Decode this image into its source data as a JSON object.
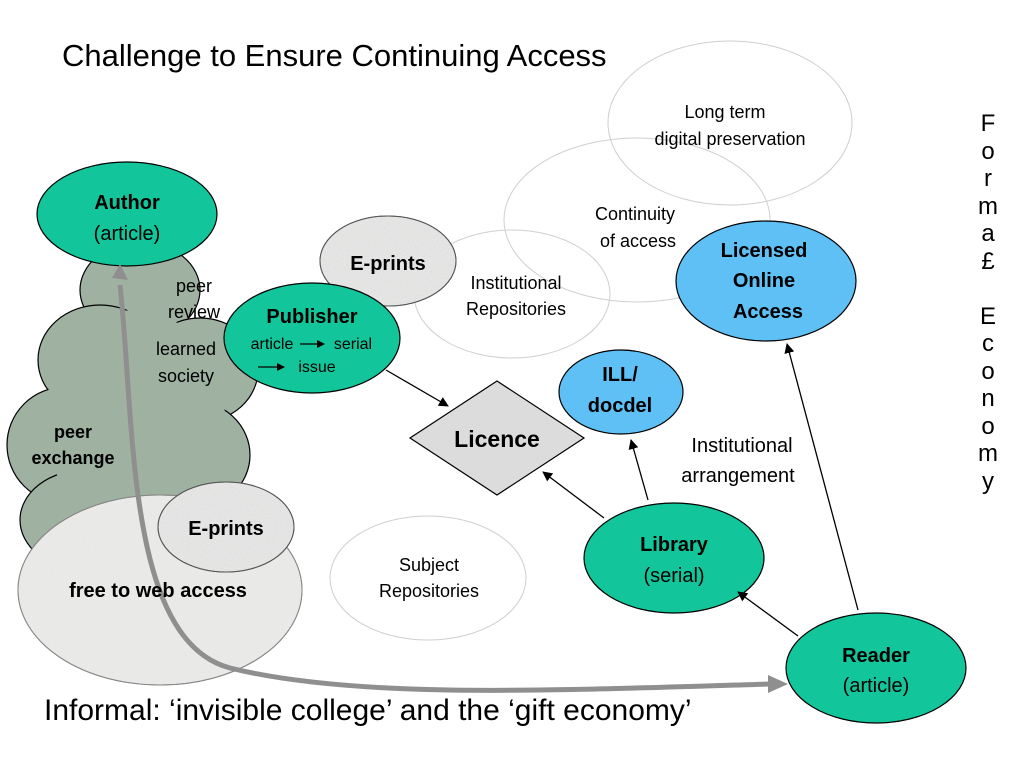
{
  "title": "Challenge to Ensure Continuing Access",
  "footer": "Informal: ‘invisible college’ and the ‘gift economy’",
  "side_text": [
    "F",
    "o",
    "r",
    "m",
    "a",
    "£",
    "",
    "E",
    "c",
    "o",
    "n",
    "o",
    "m",
    "y"
  ],
  "nodes": {
    "author": {
      "name": "Author",
      "sub": "(article)"
    },
    "publisher": {
      "name": "Publisher",
      "sub1": "article",
      "sub2": "serial",
      "sub3": "issue"
    },
    "eprints_top": "E-prints",
    "eprints_bottom": "E-prints",
    "peer_review": [
      "peer",
      "review"
    ],
    "learned_society": [
      "learned",
      "society"
    ],
    "peer_exchange": [
      "peer",
      "exchange"
    ],
    "free_access": "free to web access",
    "licence": "Licence",
    "institutional_repositories": [
      "Institutional",
      "Repositories"
    ],
    "subject_repositories": [
      "Subject",
      "Repositories"
    ],
    "continuity": [
      "Continuity",
      "of access"
    ],
    "long_term": [
      "Long term",
      "digital preservation"
    ],
    "licensed_online": [
      "Licensed",
      "Online",
      "Access"
    ],
    "ill": [
      "ILL/",
      "docdel"
    ],
    "institutional_arrangement": [
      "Institutional",
      "arrangement"
    ],
    "library": {
      "name": "Library",
      "sub": "(serial)"
    },
    "reader": {
      "name": "Reader",
      "sub": "(article)"
    }
  },
  "colors": {
    "teal": "#13c59a",
    "blue": "#5fc0f5",
    "cloud": "#9fb2a2",
    "speckle": "#e6e6e4",
    "arrow_grey": "#8f8f8f",
    "licence_fill": "#dcdcdc"
  }
}
